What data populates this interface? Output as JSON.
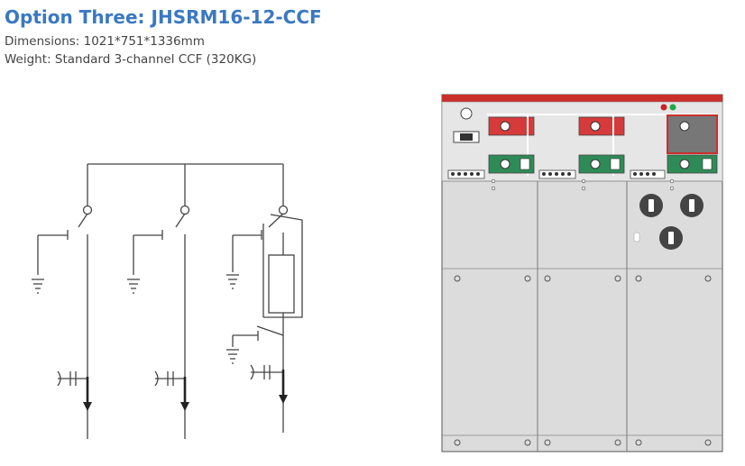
{
  "header": {
    "title": "Option Three: JHSRM16-12-CCF",
    "dimensions": "Dimensions: 1021*751*1336mm",
    "weight": "Weight: Standard 3-channel CCF (320KG)"
  },
  "colors": {
    "title": "#3a78c2",
    "panel_red_stripe": "#c9302c",
    "switch_red": "#d63a3a",
    "switch_green": "#2e8b57",
    "panel_gray": "#dcdcdc",
    "indicator_red": "#cc2222",
    "indicator_green": "#22aa44"
  },
  "icons": {
    "single_line": "single-line-schematic",
    "cabinet": "switchgear-front-elevation"
  }
}
